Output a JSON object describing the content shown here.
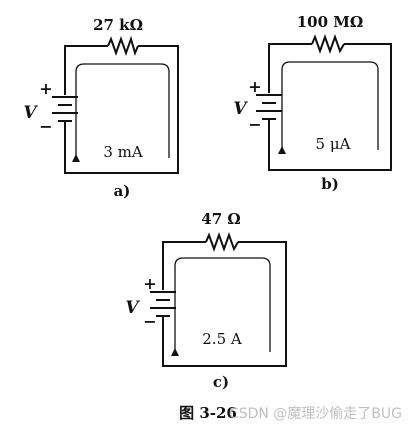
{
  "circuits": [
    {
      "id": "a",
      "resistance": "27 kΩ",
      "current": "3 mA",
      "voltage_symbol": "V",
      "plus": "+",
      "minus": "−",
      "caption": "a)"
    },
    {
      "id": "b",
      "resistance": "100 MΩ",
      "current": "5 μA",
      "voltage_symbol": "V",
      "plus": "+",
      "minus": "−",
      "caption": "b)"
    },
    {
      "id": "c",
      "resistance": "47 Ω",
      "current": "2.5 A",
      "voltage_symbol": "V",
      "plus": "+",
      "minus": "−",
      "caption": "c)"
    }
  ],
  "figure_label": "图 3-26",
  "watermark": "CSDN @魔理沙偷走了BUG"
}
